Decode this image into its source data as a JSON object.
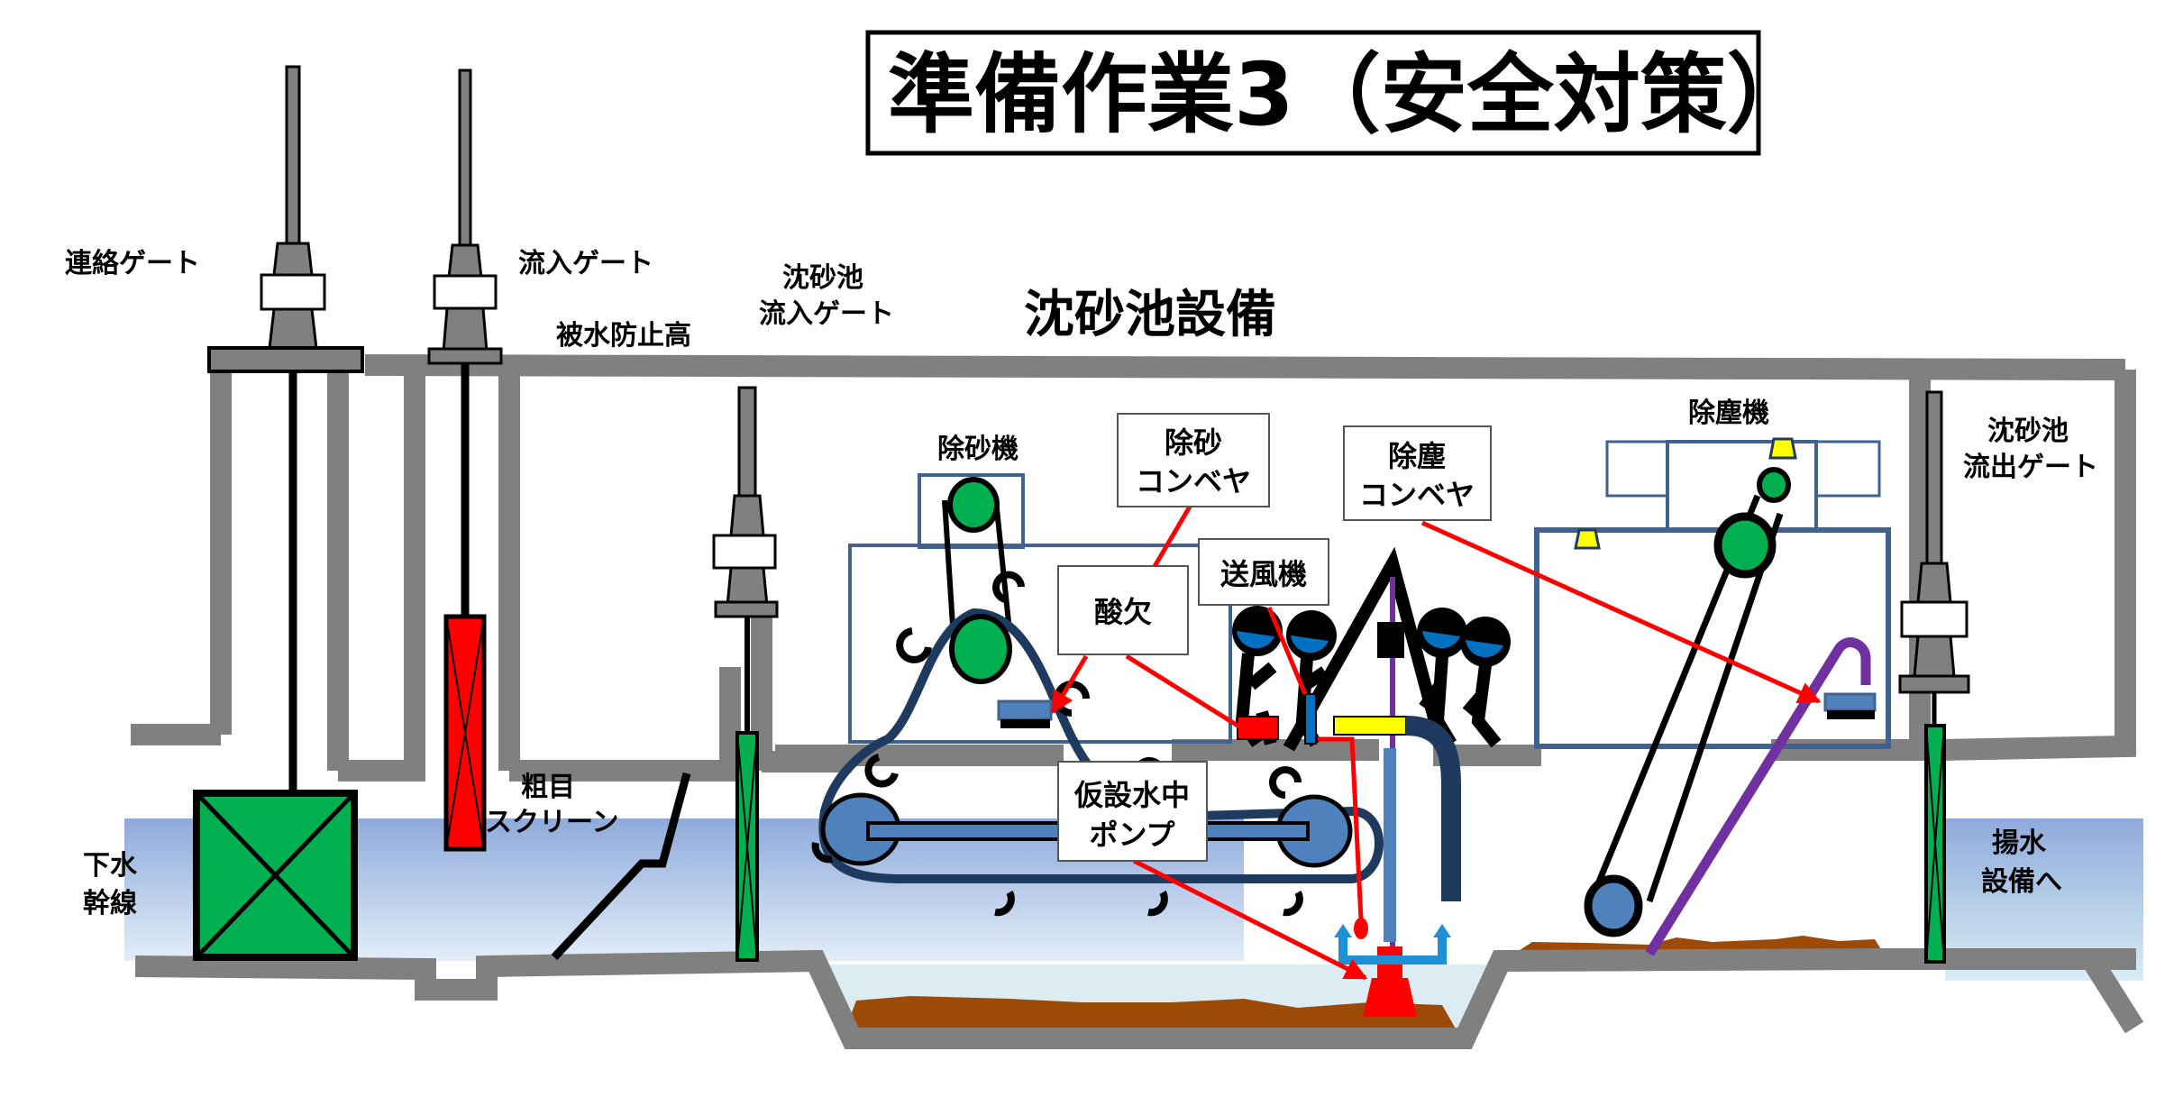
{
  "title": "準備作業3（安全対策）",
  "section_title": "沈砂池設備",
  "labels": {
    "renraku_gate": "連絡ゲート",
    "ryunyu_gate": "流入ゲート",
    "hisui_boshi": "被水防止高",
    "chinsachi_ryunyu_gate_line1": "沈砂池",
    "chinsachi_ryunyu_gate_line2": "流入ゲート",
    "josaki": "除砂機",
    "jojinki": "除塵機",
    "chinsachi_ryushutsu_gate_line1": "沈砂池",
    "chinsachi_ryushutsu_gate_line2": "流出ゲート",
    "sosume_line1": "粗目",
    "sosume_line2": "スクリーン",
    "gesui_line1": "下水",
    "gesui_line2": "幹線",
    "yosui_line1": "揚水",
    "yosui_line2": "設備へ"
  },
  "callouts": [
    {
      "id": "josa-conveyor",
      "lines": [
        "除砂",
        "コンベヤ"
      ]
    },
    {
      "id": "jojin-conveyor",
      "lines": [
        "除塵",
        "コンベヤ"
      ]
    },
    {
      "id": "sanketsu",
      "lines": [
        "酸欠"
      ]
    },
    {
      "id": "sofuki",
      "lines": [
        "送風機"
      ]
    },
    {
      "id": "kasetsu-pump",
      "lines": [
        "仮設水中",
        "ポンプ"
      ]
    }
  ],
  "colors": {
    "wall": "#808080",
    "water_top": "#8eaadb",
    "water_bottom": "#dbe8f5",
    "gate_green": "#00b050",
    "gate_red": "#ff0000",
    "machine_blue": "#4472c4",
    "machine_outline": "#41628f",
    "belt_dark": "#1f3a5f",
    "callout_arrow": "#ff0000",
    "sediment": "#9c4a06",
    "pipe_purple": "#7030a0",
    "light_yellow": "#ffff00",
    "helmet_blue": "#0070c0"
  }
}
